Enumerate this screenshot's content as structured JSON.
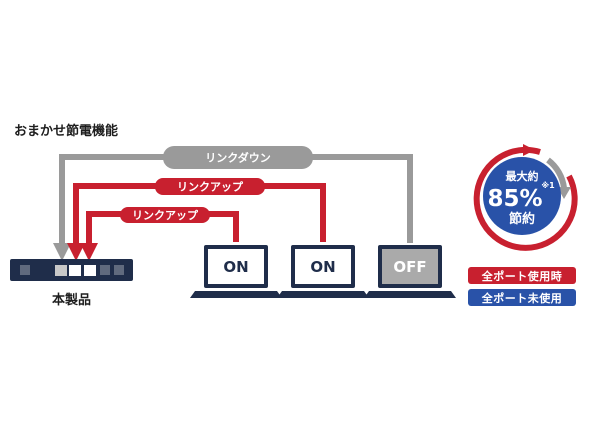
{
  "title": "おまかせ節電機能",
  "device_label": "本製品",
  "link_down_label": "リンクダウン",
  "link_up_label_1": "リンクアップ",
  "link_up_label_2": "リンクアップ",
  "pcs": [
    {
      "status": "ON"
    },
    {
      "status": "ON"
    },
    {
      "status": "OFF"
    }
  ],
  "gauge": {
    "line1": "最大約",
    "percent": "85%",
    "note": "※1",
    "line3": "節約"
  },
  "legend": {
    "all_ports_used": "全ポート使用時",
    "all_ports_unused": "全ポート未使用"
  },
  "colors": {
    "red": "#c8202f",
    "gray": "#9a9a9a",
    "blue": "#2952a8",
    "navy": "#1f2d4a"
  }
}
